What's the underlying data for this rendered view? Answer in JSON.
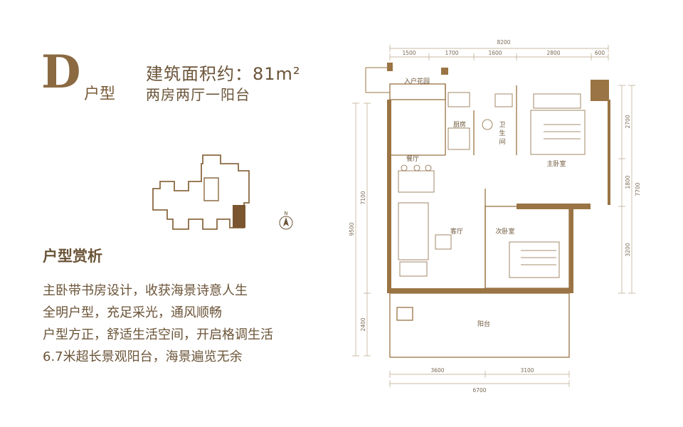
{
  "header": {
    "unit_letter": "D",
    "unit_suffix": "户型",
    "area_label": "建筑面积约：",
    "area_value": "81",
    "area_unit": "m²",
    "layout": "两房两厅一阳台"
  },
  "analysis": {
    "title": "户型赏析",
    "features": [
      "主卧带书房设计，收获海景诗意人生",
      "全明户型，充足采光，通风顺畅",
      "户型方正，舒适生活空间，开启格调生活",
      "6.7米超长景观阳台，海景遍览无余"
    ]
  },
  "floorplan": {
    "rooms": {
      "entry_garden": "入户花园",
      "kitchen": "厨房",
      "bathroom": "卫生间",
      "dining": "餐厅",
      "living": "客厅",
      "master_bedroom": "主卧室",
      "second_bedroom": "次卧室",
      "balcony": "阳台"
    },
    "dims_top_total": "8200",
    "dims_top": [
      "1500",
      "1700",
      "1600",
      "2800",
      "600"
    ],
    "dims_left_outer": "9500",
    "dims_left_inner": [
      "7100",
      "2400"
    ],
    "dims_right_total": "7700",
    "dims_right": [
      "2700",
      "1800",
      "3200"
    ],
    "dims_bottom": [
      "3600",
      "3100"
    ],
    "dims_bottom_total": "6700",
    "north_label": "N"
  },
  "colors": {
    "text": "#6b5438",
    "accent": "#8b6a42",
    "wall": "#9a7444",
    "highlight": "#7a5530"
  }
}
